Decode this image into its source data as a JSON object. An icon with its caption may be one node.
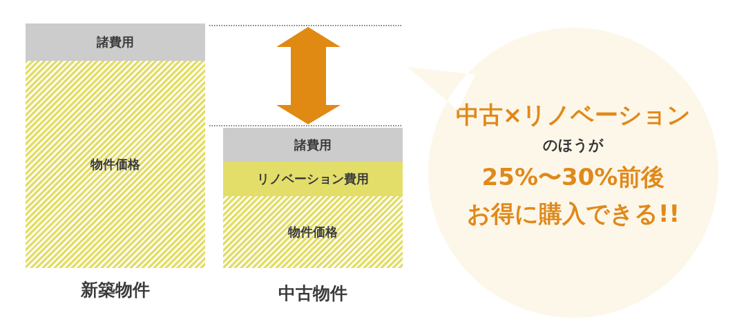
{
  "diagram": {
    "nodes": [
      {
        "text": [
          "新築物件"
        ]
      },
      {
        "text": [
          "諸費用"
        ],
        "in": 0
      },
      {
        "text": [
          "物件価格"
        ],
        "in": 0
      },
      {
        "text": [
          "中古物件"
        ]
      },
      {
        "text": [
          "諸費用"
        ],
        "in": 3
      },
      {
        "text": [
          "リノベーション費用"
        ],
        "in": 3
      },
      {
        "text": [
          "物件価格"
        ],
        "in": 3
      },
      {
        "text": [
          "中古×リノベーション",
          "のほうが",
          "25%〜30%前後",
          "お得に購入できる!!"
        ]
      }
    ]
  }
}
